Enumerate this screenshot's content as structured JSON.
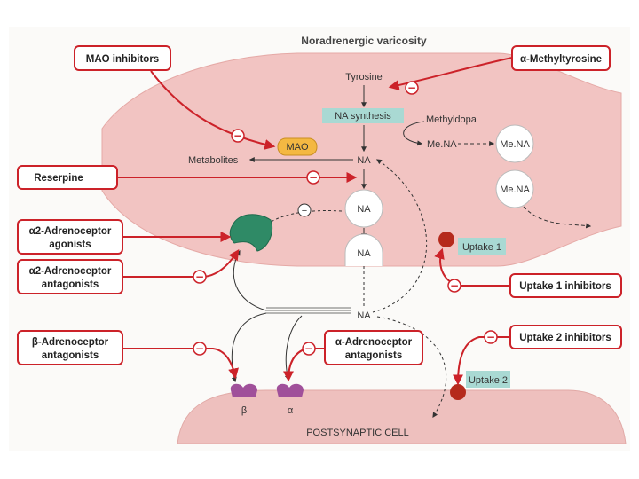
{
  "diagram": {
    "title": "Noradrenergic varicosity",
    "postsynaptic_label": "POSTSYNAPTIC CELL",
    "drug_boxes": {
      "mao_inhibitors": "MAO inhibitors",
      "methyltyrosine": "α-Methyltyrosine",
      "reserpine": "Reserpine",
      "a2_agonists_line1": "α2-Adrenoceptor",
      "a2_agonists_line2": "agonists",
      "a2_antagonists_line1": "α2-Adrenoceptor",
      "a2_antagonists_line2": "antagonists",
      "b_antagonists_line1": "β-Adrenoceptor",
      "b_antagonists_line2": "antagonists",
      "a_antagonists_line1": "α-Adrenoceptor",
      "a_antagonists_line2": "antagonists",
      "uptake1_inhibitors": "Uptake 1 inhibitors",
      "uptake2_inhibitors": "Uptake 2 inhibitors"
    },
    "labels": {
      "tyrosine": "Tyrosine",
      "na_synthesis": "NA synthesis",
      "methyldopa": "Methyldopa",
      "mena": "Me.NA",
      "mena_vesicle1": "Me.NA",
      "mena_vesicle2": "Me.NA",
      "mao": "MAO",
      "metabolites": "Metabolites",
      "na_cytoplasm": "NA",
      "na_vesicle1": "NA",
      "na_vesicle2": "NA",
      "na_synapse": "NA",
      "uptake1": "Uptake 1",
      "uptake2": "Uptake 2",
      "beta_receptor": "β",
      "alpha_receptor": "α"
    },
    "minus_sign": "−",
    "colors": {
      "membrane_fill": "#f2c4c2",
      "postsynaptic_fill": "#eec0be",
      "arrow_red": "#cc2229",
      "box_border": "#cc2229",
      "synthesis_box": "#a9d9d3",
      "uptake_box": "#a9d9d3",
      "receptor_purple": "#a0509a",
      "autoreceptor_green": "#2f8a66",
      "transporter_red": "#b52a1c",
      "mao_fill": "#f4b842"
    }
  }
}
